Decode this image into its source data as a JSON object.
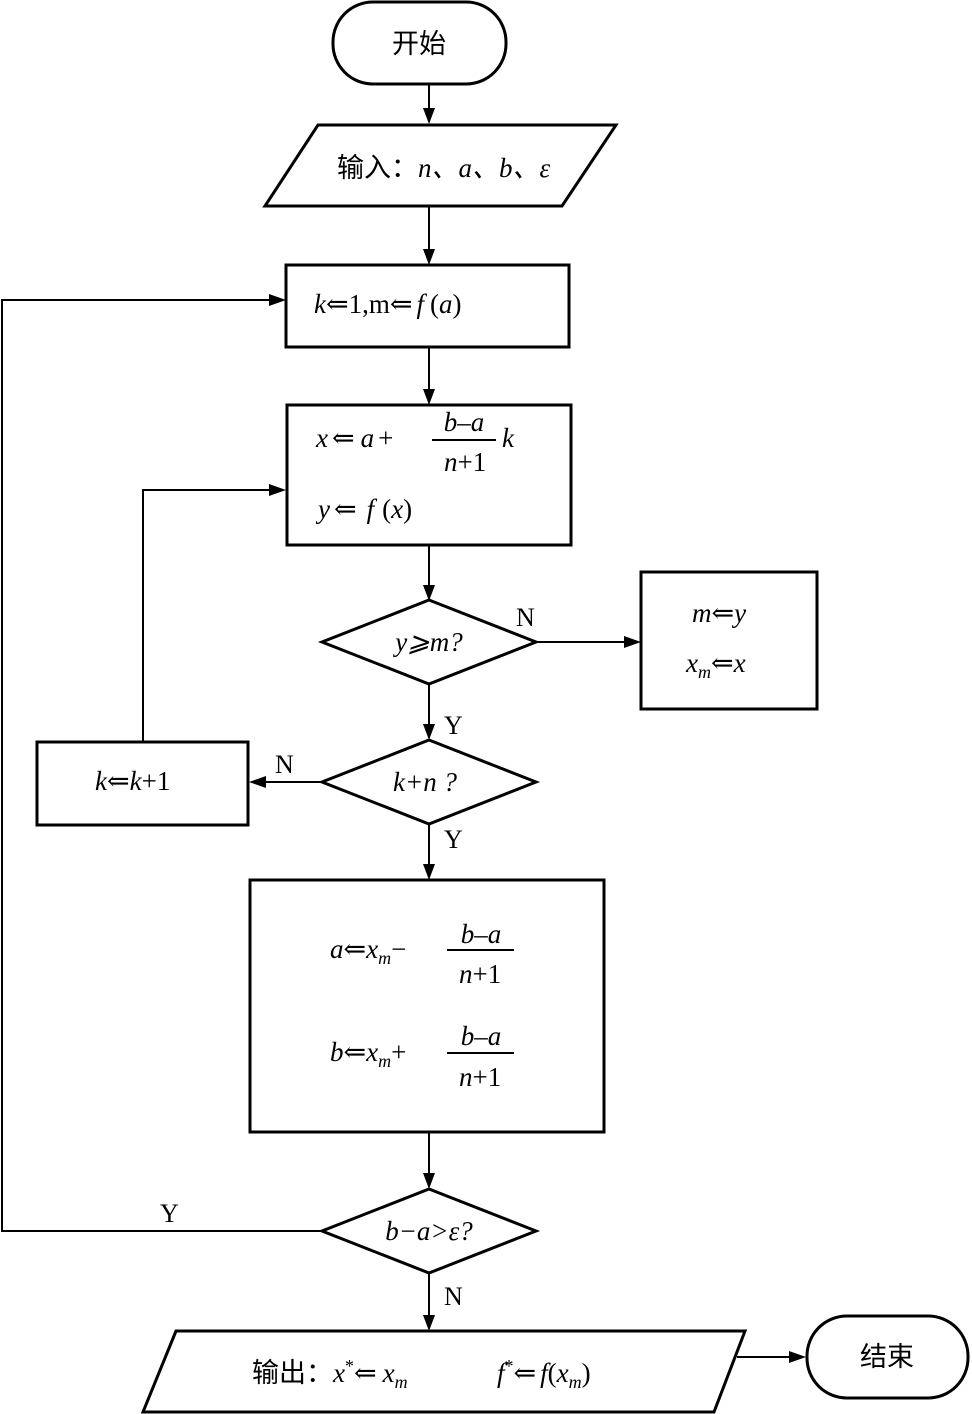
{
  "nodes": {
    "start": {
      "text": "开始"
    },
    "input": {
      "prefix": "输入：",
      "vars": "n、a、b、ε"
    },
    "init": {
      "k": "k",
      "arrow": "⇐",
      "one": "1,",
      "m": "m",
      "f": "f",
      "arg_open": "(",
      "a": "a",
      "arg_close": ")"
    },
    "compute": {
      "x": "x",
      "arrow": "⇐",
      "a": "a",
      "plus": "+",
      "frac_num": "b–a",
      "frac_den_n": "n",
      "frac_den_rest": "+1",
      "k": "k",
      "y": "y",
      "f": "f",
      "paren_open": "(",
      "x2": "x",
      "paren_close": ")"
    },
    "cond_ym": {
      "text": "y⩾m?"
    },
    "update_max": {
      "line1_lhs": "m",
      "line1_rhs": "y",
      "line2_lhs": "x",
      "line2_sub": "m",
      "line2_rhs": "x",
      "arrow": "⇐"
    },
    "cond_k": {
      "text": "k+n ?"
    },
    "increment": {
      "lhs": "k",
      "arrow": "⇐",
      "rhs_k": "k",
      "rhs_rest": "+1"
    },
    "shrink": {
      "a": "a",
      "b": "b",
      "arrow": "⇐",
      "x": "x",
      "sub": "m",
      "minus": "−",
      "plus": "+",
      "frac_num": "b–a",
      "frac_den_n": "n",
      "frac_den_rest": "+1"
    },
    "cond_eps": {
      "text": "b−a>ε?"
    },
    "output": {
      "prefix": "输出：",
      "x": "x",
      "star": "*",
      "arrow": "⇐",
      "xm": "x",
      "sub": "m",
      "f": "f",
      "fx_open": "(",
      "fx_x": "x",
      "fx_close": ")"
    },
    "end": {
      "text": "结束"
    }
  },
  "edge_labels": {
    "ym_no": "N",
    "ym_yes": "Y",
    "k_no": "N",
    "k_yes": "Y",
    "eps_yes": "Y",
    "eps_no": "N"
  }
}
